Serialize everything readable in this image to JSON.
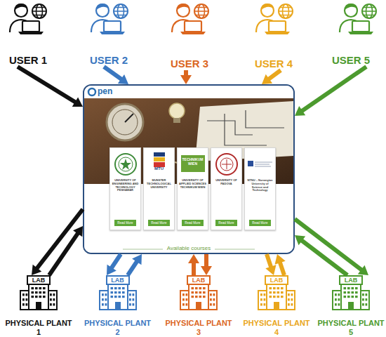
{
  "diagram": {
    "nodes": [
      {
        "text": [
          "USER 1"
        ]
      },
      {
        "text": [
          "USER 2"
        ]
      },
      {
        "text": [
          "USER 3"
        ]
      },
      {
        "text": [
          "USER 4"
        ]
      },
      {
        "text": [
          "USER 5"
        ]
      },
      {
        "text": [
          "pen",
          "Available courses"
        ]
      },
      {
        "text": [
          "UNIVERSITY OF ENGINEERING AND TECHNOLOGY PESHAWAR",
          "Read More"
        ],
        "in": 5
      },
      {
        "text": [
          "MTU",
          "MUNSTER TECHNOLOGICAL UNIVERSITY",
          "Read More"
        ],
        "in": 5
      },
      {
        "text": [
          "TECHNIKUM WIEN",
          "UNIVERSITY OF APPLIED SCIENCES TECHNIKUM WIEN",
          "Read More"
        ],
        "in": 5
      },
      {
        "text": [
          "UNIVERSITY OF PADOVA",
          "Read More"
        ],
        "in": 5
      },
      {
        "text": [
          "NTNU – Norwegian University of Science and Technology",
          "Read More"
        ],
        "in": 5
      },
      {
        "text": [
          "LAB",
          "PHYSICAL PLANT 1"
        ]
      },
      {
        "text": [
          "LAB",
          "PHYSICAL PLANT 2"
        ]
      },
      {
        "text": [
          "LAB",
          "PHYSICAL PLANT 3"
        ]
      },
      {
        "text": [
          "LAB",
          "PHYSICAL PLANT 4"
        ]
      },
      {
        "text": [
          "LAB",
          "PHYSICAL PLANT 5"
        ]
      }
    ],
    "edges": [
      {
        "from": 0,
        "to": 5,
        "arrow": "to"
      },
      {
        "from": 1,
        "to": 5,
        "arrow": "to"
      },
      {
        "from": 2,
        "to": 5,
        "arrow": "to"
      },
      {
        "from": 3,
        "to": 5,
        "arrow": "to"
      },
      {
        "from": 4,
        "to": 5,
        "arrow": "to"
      },
      {
        "from": 5,
        "to": 11,
        "arrow": "to"
      },
      {
        "from": 11,
        "to": 5,
        "arrow": "to"
      },
      {
        "from": 5,
        "to": 12,
        "arrow": "to"
      },
      {
        "from": 12,
        "to": 5,
        "arrow": "to"
      },
      {
        "from": 5,
        "to": 13,
        "arrow": "to"
      },
      {
        "from": 13,
        "to": 5,
        "arrow": "to"
      },
      {
        "from": 5,
        "to": 14,
        "arrow": "to"
      },
      {
        "from": 14,
        "to": 5,
        "arrow": "to"
      },
      {
        "from": 5,
        "to": 15,
        "arrow": "to"
      },
      {
        "from": 15,
        "to": 5,
        "arrow": "to"
      }
    ]
  }
}
